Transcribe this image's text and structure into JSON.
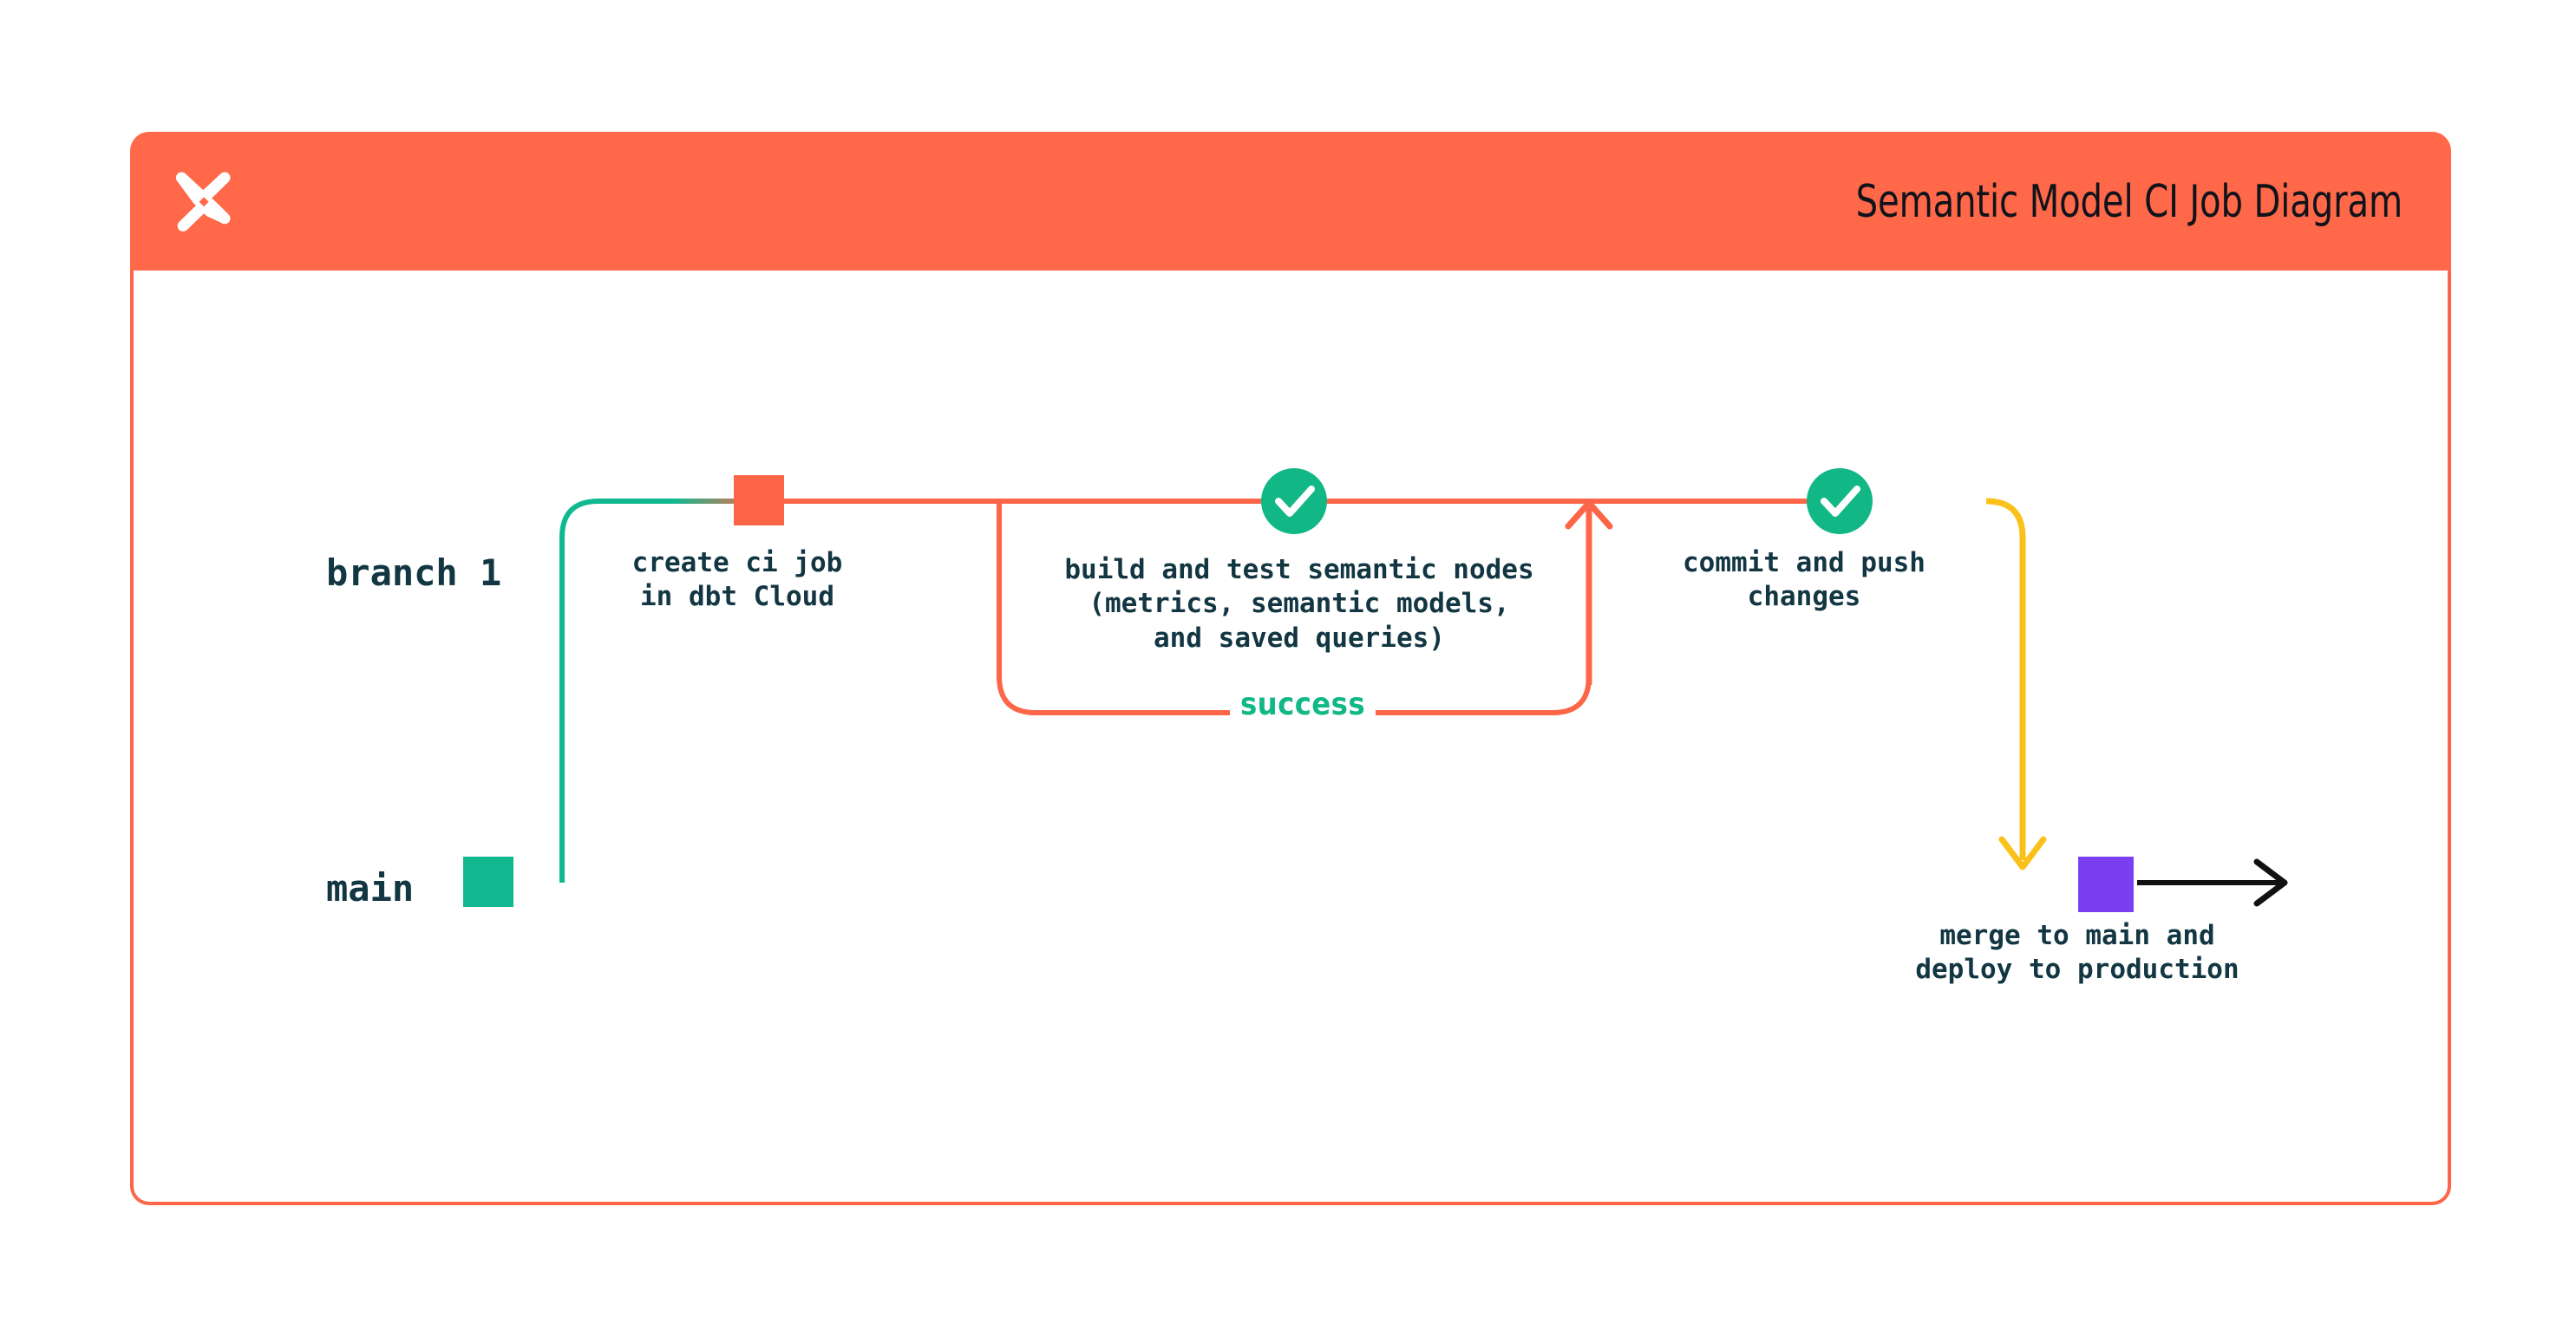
{
  "card": {
    "title": "Semantic Model CI Job Diagram",
    "logo_icon": "dbt-logo-icon",
    "header_color": "#FF6849",
    "border_color": "#FC6547"
  },
  "branches": [
    {
      "id": "branch1",
      "label": "branch 1",
      "color": "#FC6547"
    },
    {
      "id": "main",
      "label": "main",
      "color": "#0FB88F"
    }
  ],
  "nodes": [
    {
      "id": "create-ci-job",
      "shape": "square",
      "color": "#FC6547",
      "label": "create ci job\nin dbt Cloud",
      "branch": "branch1"
    },
    {
      "id": "build-and-test",
      "shape": "check-circle",
      "color": "#11B886",
      "icon": "check-icon",
      "label": "build and test semantic nodes\n(metrics, semantic models,\nand saved queries)",
      "branch": "branch1"
    },
    {
      "id": "commit-and-push",
      "shape": "check-circle",
      "color": "#11B886",
      "icon": "check-icon",
      "label": "commit and push\nchanges",
      "branch": "branch1"
    },
    {
      "id": "merge-to-main",
      "shape": "square",
      "color": "#7B3FF2",
      "label": "merge to main and\ndeploy to production",
      "branch": "main"
    }
  ],
  "edges": [
    {
      "id": "success-loop",
      "label": "success",
      "label_color": "#11B886",
      "line_color": "#FC6547"
    },
    {
      "id": "branch-from-main",
      "label": "",
      "line_color_start": "#0FB88F",
      "line_color_end": "#FC6547"
    },
    {
      "id": "merge-into-main",
      "label": "",
      "line_color": "#FAC11B",
      "arrow": "down"
    },
    {
      "id": "main-continues",
      "label": "",
      "line_color": "#111111",
      "arrow": "right"
    }
  ],
  "colors": {
    "coral": "#FC6547",
    "header_coral": "#FF6849",
    "green": "#11B886",
    "teal": "#0FB88F",
    "yellow": "#FAC11B",
    "purple": "#7B3FF2",
    "navy_text": "#123642",
    "black": "#111111"
  }
}
